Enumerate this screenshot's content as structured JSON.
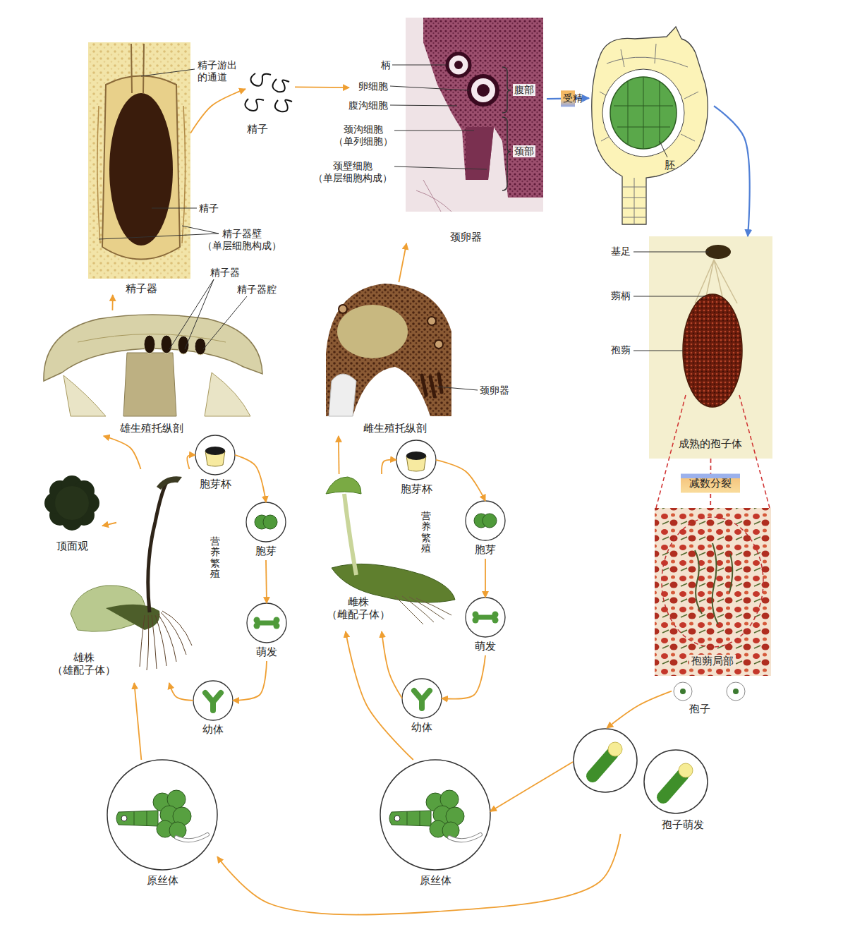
{
  "diagram": {
    "nodes": [
      {
        "text": [
          "精子器"
        ]
      },
      {
        "text": [
          "精子"
        ]
      },
      {
        "text": [
          "颈卵器"
        ]
      },
      {
        "text": [
          "胚"
        ]
      },
      {
        "text": [
          "成熟的孢子体"
        ]
      },
      {
        "text": [
          "孢蒴局部"
        ]
      },
      {
        "text": [
          "孢子"
        ]
      },
      {
        "text": [
          "孢子萌发"
        ]
      },
      {
        "text": [
          "原丝体"
        ]
      },
      {
        "text": [
          "原丝体"
        ]
      },
      {
        "text": [
          "雄株 （雄配子体）"
        ]
      },
      {
        "text": [
          "雄生殖托纵剖"
        ]
      },
      {
        "text": [
          "雌株 （雌配子体）"
        ]
      },
      {
        "text": [
          "雌生殖托纵剖"
        ]
      },
      {
        "text": [
          "胞芽杯"
        ]
      },
      {
        "text": [
          "胞芽"
        ]
      },
      {
        "text": [
          "萌发"
        ]
      },
      {
        "text": [
          "幼体"
        ]
      },
      {
        "text": [
          "胞芽杯"
        ]
      },
      {
        "text": [
          "胞芽"
        ]
      },
      {
        "text": [
          "萌发"
        ]
      },
      {
        "text": [
          "幼体"
        ]
      },
      {
        "text": [
          "顶面观"
        ]
      }
    ],
    "edges": [
      {
        "from": 11,
        "to": 0,
        "arrow": "to"
      },
      {
        "from": 0,
        "to": 1,
        "arrow": "to"
      },
      {
        "from": 1,
        "to": 2,
        "arrow": "to"
      },
      {
        "from": 13,
        "to": 2,
        "arrow": "to"
      },
      {
        "from": 2,
        "to": 3,
        "label": "受精",
        "arrow": "to"
      },
      {
        "from": 3,
        "to": 4,
        "arrow": "to"
      },
      {
        "from": 4,
        "to": 5,
        "label": "减数分裂",
        "arrow": "none"
      },
      {
        "from": 6,
        "to": 7,
        "arrow": "to"
      },
      {
        "from": 7,
        "to": 8,
        "arrow": "to"
      },
      {
        "from": 7,
        "to": 9,
        "arrow": "to"
      },
      {
        "from": 9,
        "to": 10,
        "arrow": "to"
      },
      {
        "from": 8,
        "to": 12,
        "arrow": "to"
      },
      {
        "from": 10,
        "to": 11,
        "arrow": "to"
      },
      {
        "from": 10,
        "to": 22,
        "arrow": "to"
      },
      {
        "from": 10,
        "to": 14,
        "arrow": "to"
      },
      {
        "from": 14,
        "to": 15,
        "arrow": "to"
      },
      {
        "from": 15,
        "to": 16,
        "arrow": "to"
      },
      {
        "from": 16,
        "to": 17,
        "arrow": "to"
      },
      {
        "from": 17,
        "to": 10,
        "arrow": "to"
      },
      {
        "from": 12,
        "to": 13,
        "arrow": "to"
      },
      {
        "from": 12,
        "to": 18,
        "arrow": "to"
      },
      {
        "from": 18,
        "to": 19,
        "arrow": "to"
      },
      {
        "from": 19,
        "to": 20,
        "arrow": "to"
      },
      {
        "from": 20,
        "to": 21,
        "arrow": "to"
      },
      {
        "from": 21,
        "to": 12,
        "arrow": "to"
      }
    ],
    "labels": [
      "精子游出 的通道",
      "精子",
      "精子器壁 （单层细胞构成）",
      "柄",
      "卵细胞",
      "腹沟细胞",
      "颈沟细胞 （单列细胞）",
      "颈壁细胞 （单层细胞构成）",
      "腹部",
      "颈部",
      "基足",
      "蒴柄",
      "孢蒴",
      "精子器",
      "精子器腔",
      "颈卵器",
      "营养繁殖",
      "营养繁殖"
    ]
  }
}
